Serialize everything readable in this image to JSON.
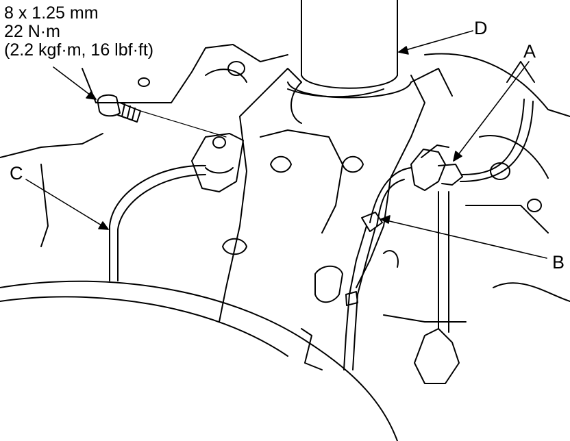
{
  "spec": {
    "line1": "8 x 1.25 mm",
    "line2": "22 N·m",
    "line3": "(2.2 kgf·m, 16 lbf·ft)"
  },
  "callouts": {
    "a": "A",
    "b": "B",
    "c": "C",
    "d": "D"
  }
}
